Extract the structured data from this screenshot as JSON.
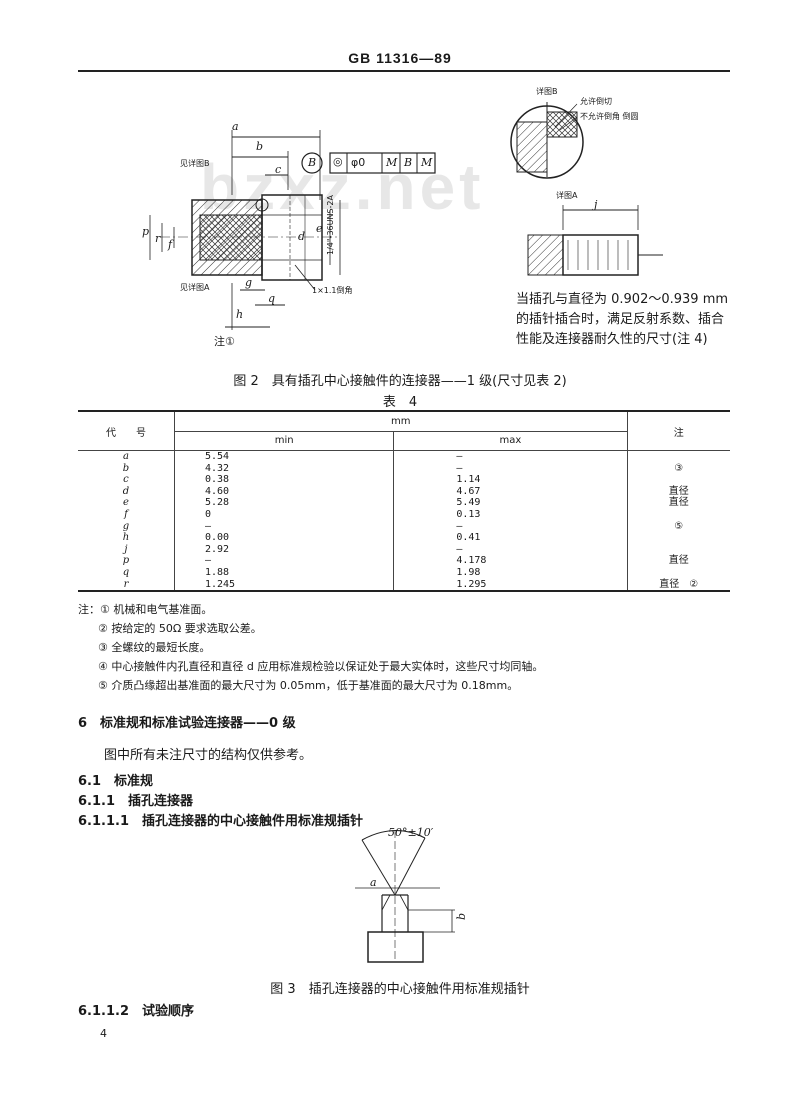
{
  "header": {
    "standard_no": "GB 11316—89"
  },
  "watermark": "bzxz.net",
  "figure2": {
    "labels": {
      "a": "a",
      "b": "b",
      "c": "c",
      "d": "d",
      "e": "e",
      "f": "f",
      "g": "g",
      "h": "h",
      "j": "j",
      "p": "p",
      "q": "q",
      "r": "r",
      "detail_b_ref": "见详图B",
      "detail_a_ref": "见详图A",
      "chamfer": "1×1.1倒角",
      "thread": "1/4\"-36UNS-2A",
      "note1_ref": "注①",
      "tolerance": [
        "B",
        "◎",
        "φ0",
        "M",
        "B",
        "M"
      ],
      "detail_b_title": "详图B",
      "detail_b_allow": "允许倒切",
      "detail_b_forbid": "不允许倒角 倒圆",
      "detail_a_title": "详图A"
    },
    "side_note": "当插孔与直径为 0.902～0.939 mm 的插针插合时，满足反射系数、插合性能及连接器耐久性的尺寸(注 4)",
    "caption": "图 2　具有插孔中心接触件的连接器——1 级(尺寸见表 2)"
  },
  "table4": {
    "title": "表　4",
    "col_code": "代　　号",
    "col_mm": "mm",
    "col_min": "min",
    "col_max": "max",
    "col_note": "注",
    "rows": [
      {
        "code": "a",
        "min": "5.54",
        "max": "—",
        "note": ""
      },
      {
        "code": "b",
        "min": "4.32",
        "max": "—",
        "note": "③"
      },
      {
        "code": "c",
        "min": "0.38",
        "max": "1.14",
        "note": ""
      },
      {
        "code": "d",
        "min": "4.60",
        "max": "4.67",
        "note": "直径"
      },
      {
        "code": "e",
        "min": "5.28",
        "max": "5.49",
        "note": "直径"
      },
      {
        "code": "f",
        "min": "0",
        "max": "0.13",
        "note": ""
      },
      {
        "code": "g",
        "min": "—",
        "max": "—",
        "note": "⑤"
      },
      {
        "code": "h",
        "min": "0.00",
        "max": "0.41",
        "note": ""
      },
      {
        "code": "j",
        "min": "2.92",
        "max": "—",
        "note": ""
      },
      {
        "code": "p",
        "min": "—",
        "max": "4.178",
        "note": "直径"
      },
      {
        "code": "q",
        "min": "1.88",
        "max": "1.98",
        "note": ""
      },
      {
        "code": "r",
        "min": "1.245",
        "max": "1.295",
        "note": "直径　②"
      }
    ]
  },
  "notes": [
    "注：① 机械和电气基准面。",
    "② 按给定的 50Ω 要求选取公差。",
    "③ 全螺纹的最短长度。",
    "④ 中心接触件内孔直径和直径 d 应用标准规检验以保证处于最大实体时，这些尺寸均同轴。",
    "⑤ 介质凸缘超出基准面的最大尺寸为 0.05mm，低于基准面的最大尺寸为 0.18mm。"
  ],
  "section6": {
    "title": "6　标准规和标准试验连接器——0 级",
    "para": "图中所有未注尺寸的结构仅供参考。",
    "s61": "6.1　标准规",
    "s611": "6.1.1　插孔连接器",
    "s6111": "6.1.1.1　插孔连接器的中心接触件用标准规插针",
    "s6112": "6.1.1.2　试验顺序"
  },
  "figure3": {
    "angle": "50°±10′",
    "label_a": "a",
    "label_b": "b",
    "caption": "图 3　插孔连接器的中心接触件用标准规插针"
  },
  "page_number": "4"
}
